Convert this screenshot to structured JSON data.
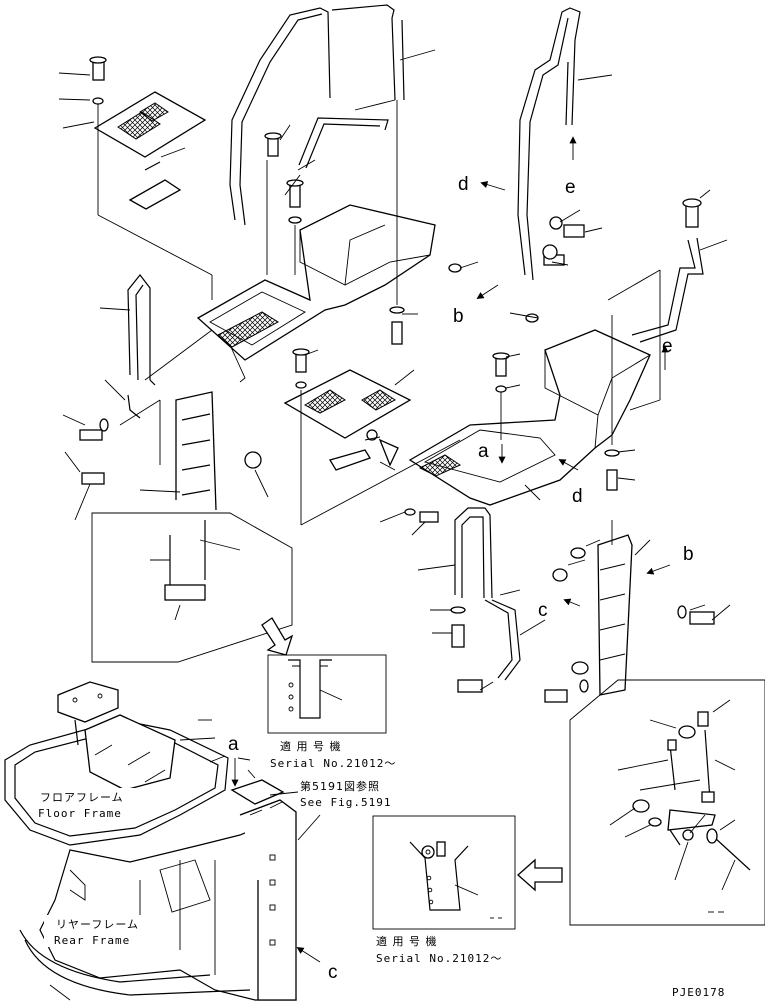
{
  "view_labels": {
    "a_top": "a",
    "a_left": "a",
    "b_top": "b",
    "b_right": "b",
    "c_mid": "c",
    "c_bottom": "c",
    "d_top": "d",
    "d_mid": "d",
    "e_top": "e",
    "e_mid": "e"
  },
  "inset_upper": {
    "applicable_jp": "適 用 号 機",
    "serial": "Serial No.21012～"
  },
  "inset_lower": {
    "applicable_jp": "適 用 号 機",
    "serial": "Serial No.21012～"
  },
  "reference": {
    "jp": "第5191図参照",
    "en": "See Fig.5191"
  },
  "floor_frame": {
    "jp": "フロアフレーム",
    "en": "Floor Frame"
  },
  "rear_frame": {
    "jp": "リヤーフレーム",
    "en": "Rear Frame"
  },
  "drawing_code": "PJE0178"
}
